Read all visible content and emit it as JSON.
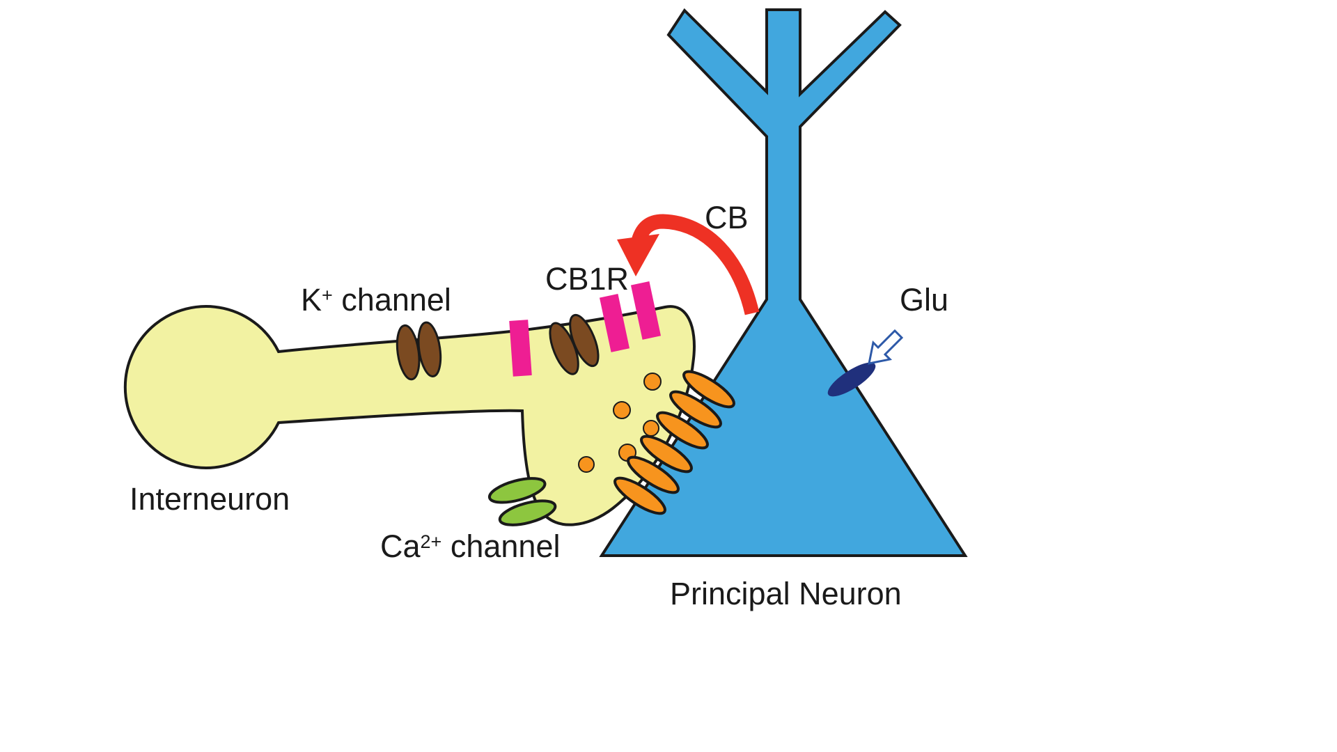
{
  "labels": {
    "interneuron": "Interneuron",
    "k_channel": {
      "base": "K",
      "sup": "+",
      "rest": " channel"
    },
    "cb1r": "CB1R",
    "cb": "CB",
    "glu": "Glu",
    "ca_channel": {
      "base": "Ca",
      "sup": "2+",
      "rest": " channel"
    },
    "principal_neuron": "Principal Neuron"
  },
  "colors": {
    "background": "#ffffff",
    "outline": "#1a1a1a",
    "interneuron_fill": "#f2f2a2",
    "principal_neuron_fill": "#41a7de",
    "k_channel_fill": "#7b4a21",
    "cb1r_fill": "#ee1e93",
    "ca_channel_fill": "#8dc63f",
    "postsynaptic_receptor_fill": "#f7941e",
    "vesicle_fill": "#f7941e",
    "glu_receptor_fill": "#20307c",
    "glu_arrow_stroke": "#2d59a8",
    "cb_arrow_color": "#ee3124"
  }
}
